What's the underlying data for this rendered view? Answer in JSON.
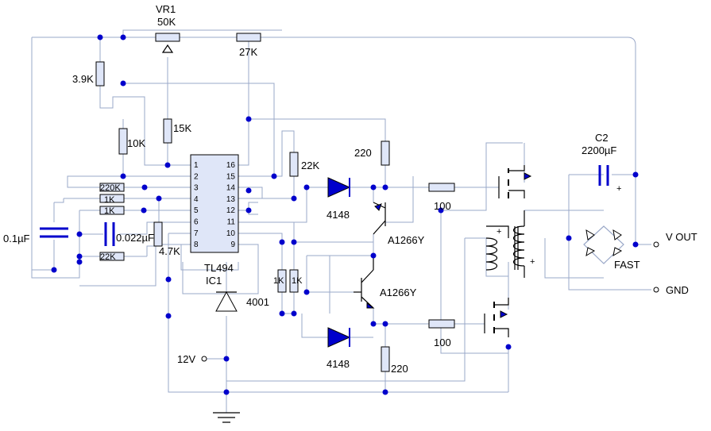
{
  "labels": {
    "vr1": "VR1",
    "vr1_val": "50K",
    "r27k": "27K",
    "r39k": "3.9K",
    "r15k": "15K",
    "r10k": "10K",
    "r220k": "220K",
    "r1k_a": "1K",
    "r1k_b": "1K",
    "r22k_left": "22K",
    "c01": "0.1µF",
    "c0022": "0.022µF",
    "r47k": "4.7K",
    "ic_part": "TL494",
    "ic_ref": "IC1",
    "d4001": "4001",
    "v12": "12V",
    "r22k_top": "22K",
    "r220_top": "220",
    "d4148_top": "4148",
    "q_top": "A1266Y",
    "q_bot": "A1266Y",
    "r1k_v1": "1K",
    "r1k_v2": "1K",
    "d4148_bot": "4148",
    "r220_bot": "220",
    "r100_top": "100",
    "r100_bot": "100",
    "c2": "C2",
    "c2_val": "2200µF",
    "c2_plus": "+",
    "xfmr_plus_a": "+",
    "xfmr_plus_b": "+",
    "fast": "FAST",
    "vout": "V  OUT",
    "gnd": "GND"
  },
  "ic_pins_left": [
    "1",
    "2",
    "3",
    "4",
    "5",
    "6",
    "7",
    "8"
  ],
  "ic_pins_right": [
    "16",
    "15",
    "14",
    "13",
    "12",
    "11",
    "10",
    "9"
  ]
}
